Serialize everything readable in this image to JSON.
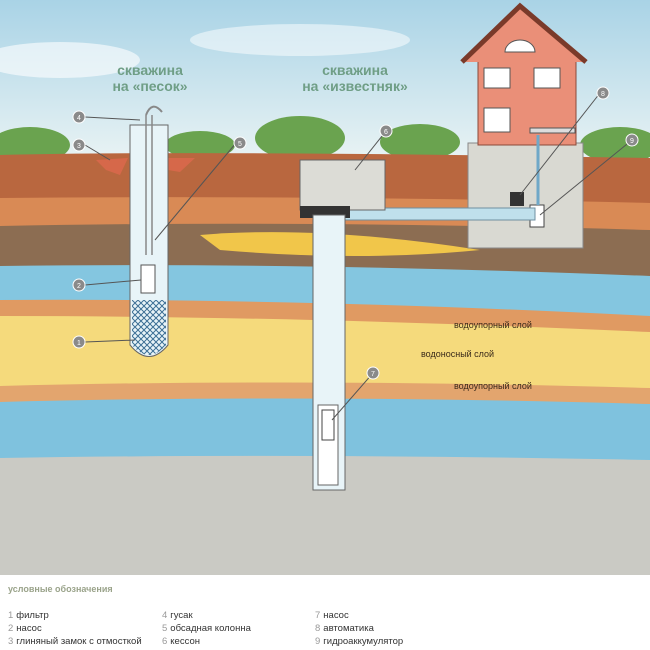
{
  "titles": {
    "well_sand": [
      "скважина",
      "на «песок»"
    ],
    "well_limestone": [
      "скважина",
      "на «известняк»"
    ]
  },
  "layer_labels": {
    "impermeable_top": "водоупорный слой",
    "aquifer": "водоносный слой",
    "impermeable_bottom": "водоупорный слой"
  },
  "markers": [
    "1",
    "2",
    "3",
    "4",
    "5",
    "6",
    "7",
    "8",
    "9"
  ],
  "legend": {
    "title": "условные обозначения",
    "items": [
      {
        "n": "1",
        "label": "фильтр"
      },
      {
        "n": "2",
        "label": "насос"
      },
      {
        "n": "3",
        "label": "глиняный замок с отмосткой"
      },
      {
        "n": "4",
        "label": "гусак"
      },
      {
        "n": "5",
        "label": "обсадная колонна"
      },
      {
        "n": "6",
        "label": "кессон"
      },
      {
        "n": "7",
        "label": "насос"
      },
      {
        "n": "8",
        "label": "автоматика"
      },
      {
        "n": "9",
        "label": "гидроаккумулятор"
      }
    ]
  }
}
